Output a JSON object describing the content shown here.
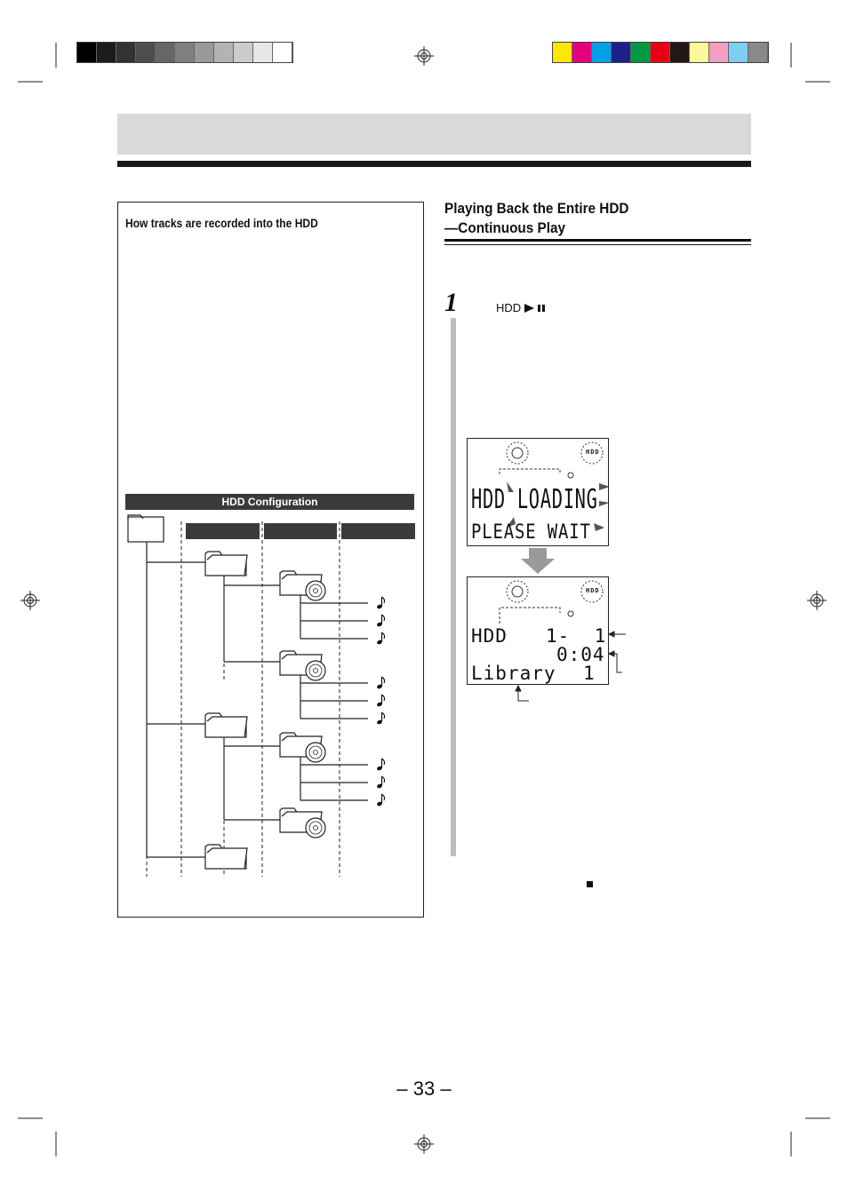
{
  "colors": {
    "grayscale_swatches": [
      "#000000",
      "#1c1c1c",
      "#333333",
      "#4d4d4d",
      "#666666",
      "#808080",
      "#999999",
      "#b3b3b3",
      "#cccccc",
      "#e6e6e6",
      "#ffffff"
    ],
    "color_swatches": [
      "#ffe800",
      "#e6007e",
      "#00a0e9",
      "#1d2088",
      "#009944",
      "#e60012",
      "#231815",
      "#fff799",
      "#f19ec2",
      "#7ecef4",
      "#898989"
    ],
    "header_band": "#d9d9d9",
    "config_bar": "#3a3a3a",
    "step_bar": "#bdbdbd"
  },
  "left_box": {
    "title": "How tracks are recorded into the HDD",
    "config_label": "HDD Configuration"
  },
  "right": {
    "section_title_line1": "Playing Back the Entire HDD",
    "section_title_line2": "—Continuous Play",
    "step_number": "1",
    "step_button_label": "HDD",
    "step_button_icons": [
      "play-icon",
      "pause-icon"
    ]
  },
  "lcd1": {
    "line1": "HDD LOADING",
    "line2": "PLEASE WAIT",
    "badge": "HDD"
  },
  "lcd2": {
    "line1_left": "HDD",
    "line1_right": "1-  1",
    "line2": "0:04",
    "line3_left": "Library",
    "line3_right": "1",
    "badge": "HDD"
  },
  "page_number": "– 33 –"
}
